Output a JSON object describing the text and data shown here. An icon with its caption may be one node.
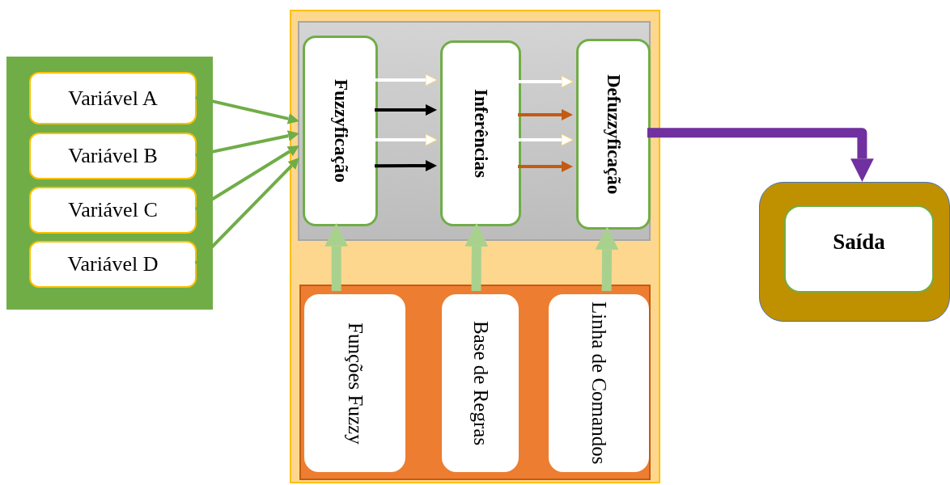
{
  "diagram": {
    "nodes": [
      {
        "text": [],
        "shape": "box"
      },
      {
        "text": [
          "Variável A"
        ],
        "in": 0
      },
      {
        "text": [
          "Variável B"
        ],
        "in": 0
      },
      {
        "text": [
          "Variável C"
        ],
        "in": 0
      },
      {
        "text": [
          "Variável D"
        ],
        "in": 0
      },
      {
        "text": [],
        "shape": "box"
      },
      {
        "text": [],
        "shape": "box",
        "in": 5
      },
      {
        "text": [
          "Fuzzyficação"
        ],
        "in": 6
      },
      {
        "text": [
          "Inferências"
        ],
        "in": 6
      },
      {
        "text": [
          "Defuzzyficação"
        ],
        "in": 6
      },
      {
        "text": [],
        "shape": "box",
        "in": 5
      },
      {
        "text": [
          "Funções Fuzzy"
        ],
        "in": 10
      },
      {
        "text": [
          "Base de Regras"
        ],
        "in": 10
      },
      {
        "text": [
          "Linha de Comandos"
        ],
        "in": 10
      },
      {
        "text": [],
        "shape": "box"
      },
      {
        "text": [
          "Saída"
        ],
        "in": 14
      }
    ],
    "edges": [
      {
        "from": 1,
        "to": 7,
        "arrow": "to",
        "color": "#70ad47"
      },
      {
        "from": 2,
        "to": 7,
        "arrow": "to",
        "color": "#70ad47"
      },
      {
        "from": 3,
        "to": 7,
        "arrow": "to",
        "color": "#70ad47"
      },
      {
        "from": 4,
        "to": 7,
        "arrow": "to",
        "color": "#70ad47"
      },
      {
        "from": 7,
        "to": 8,
        "arrow": "to",
        "color": "#ffffff"
      },
      {
        "from": 7,
        "to": 8,
        "arrow": "to",
        "color": "#000000"
      },
      {
        "from": 7,
        "to": 8,
        "arrow": "to",
        "color": "#ffffff"
      },
      {
        "from": 7,
        "to": 8,
        "arrow": "to",
        "color": "#000000"
      },
      {
        "from": 8,
        "to": 9,
        "arrow": "to",
        "color": "#ffffff"
      },
      {
        "from": 8,
        "to": 9,
        "arrow": "to",
        "color": "#c55a11"
      },
      {
        "from": 8,
        "to": 9,
        "arrow": "to",
        "color": "#ffffff"
      },
      {
        "from": 8,
        "to": 9,
        "arrow": "to",
        "color": "#c55a11"
      },
      {
        "from": 11,
        "to": 7,
        "arrow": "to",
        "style": "thick",
        "color": "#a9d18e"
      },
      {
        "from": 12,
        "to": 8,
        "arrow": "to",
        "style": "thick",
        "color": "#a9d18e"
      },
      {
        "from": 13,
        "to": 9,
        "arrow": "to",
        "style": "thick",
        "color": "#a9d18e"
      },
      {
        "from": 9,
        "to": 14,
        "arrow": "to",
        "style": "thick",
        "color": "#7030a0"
      }
    ]
  }
}
